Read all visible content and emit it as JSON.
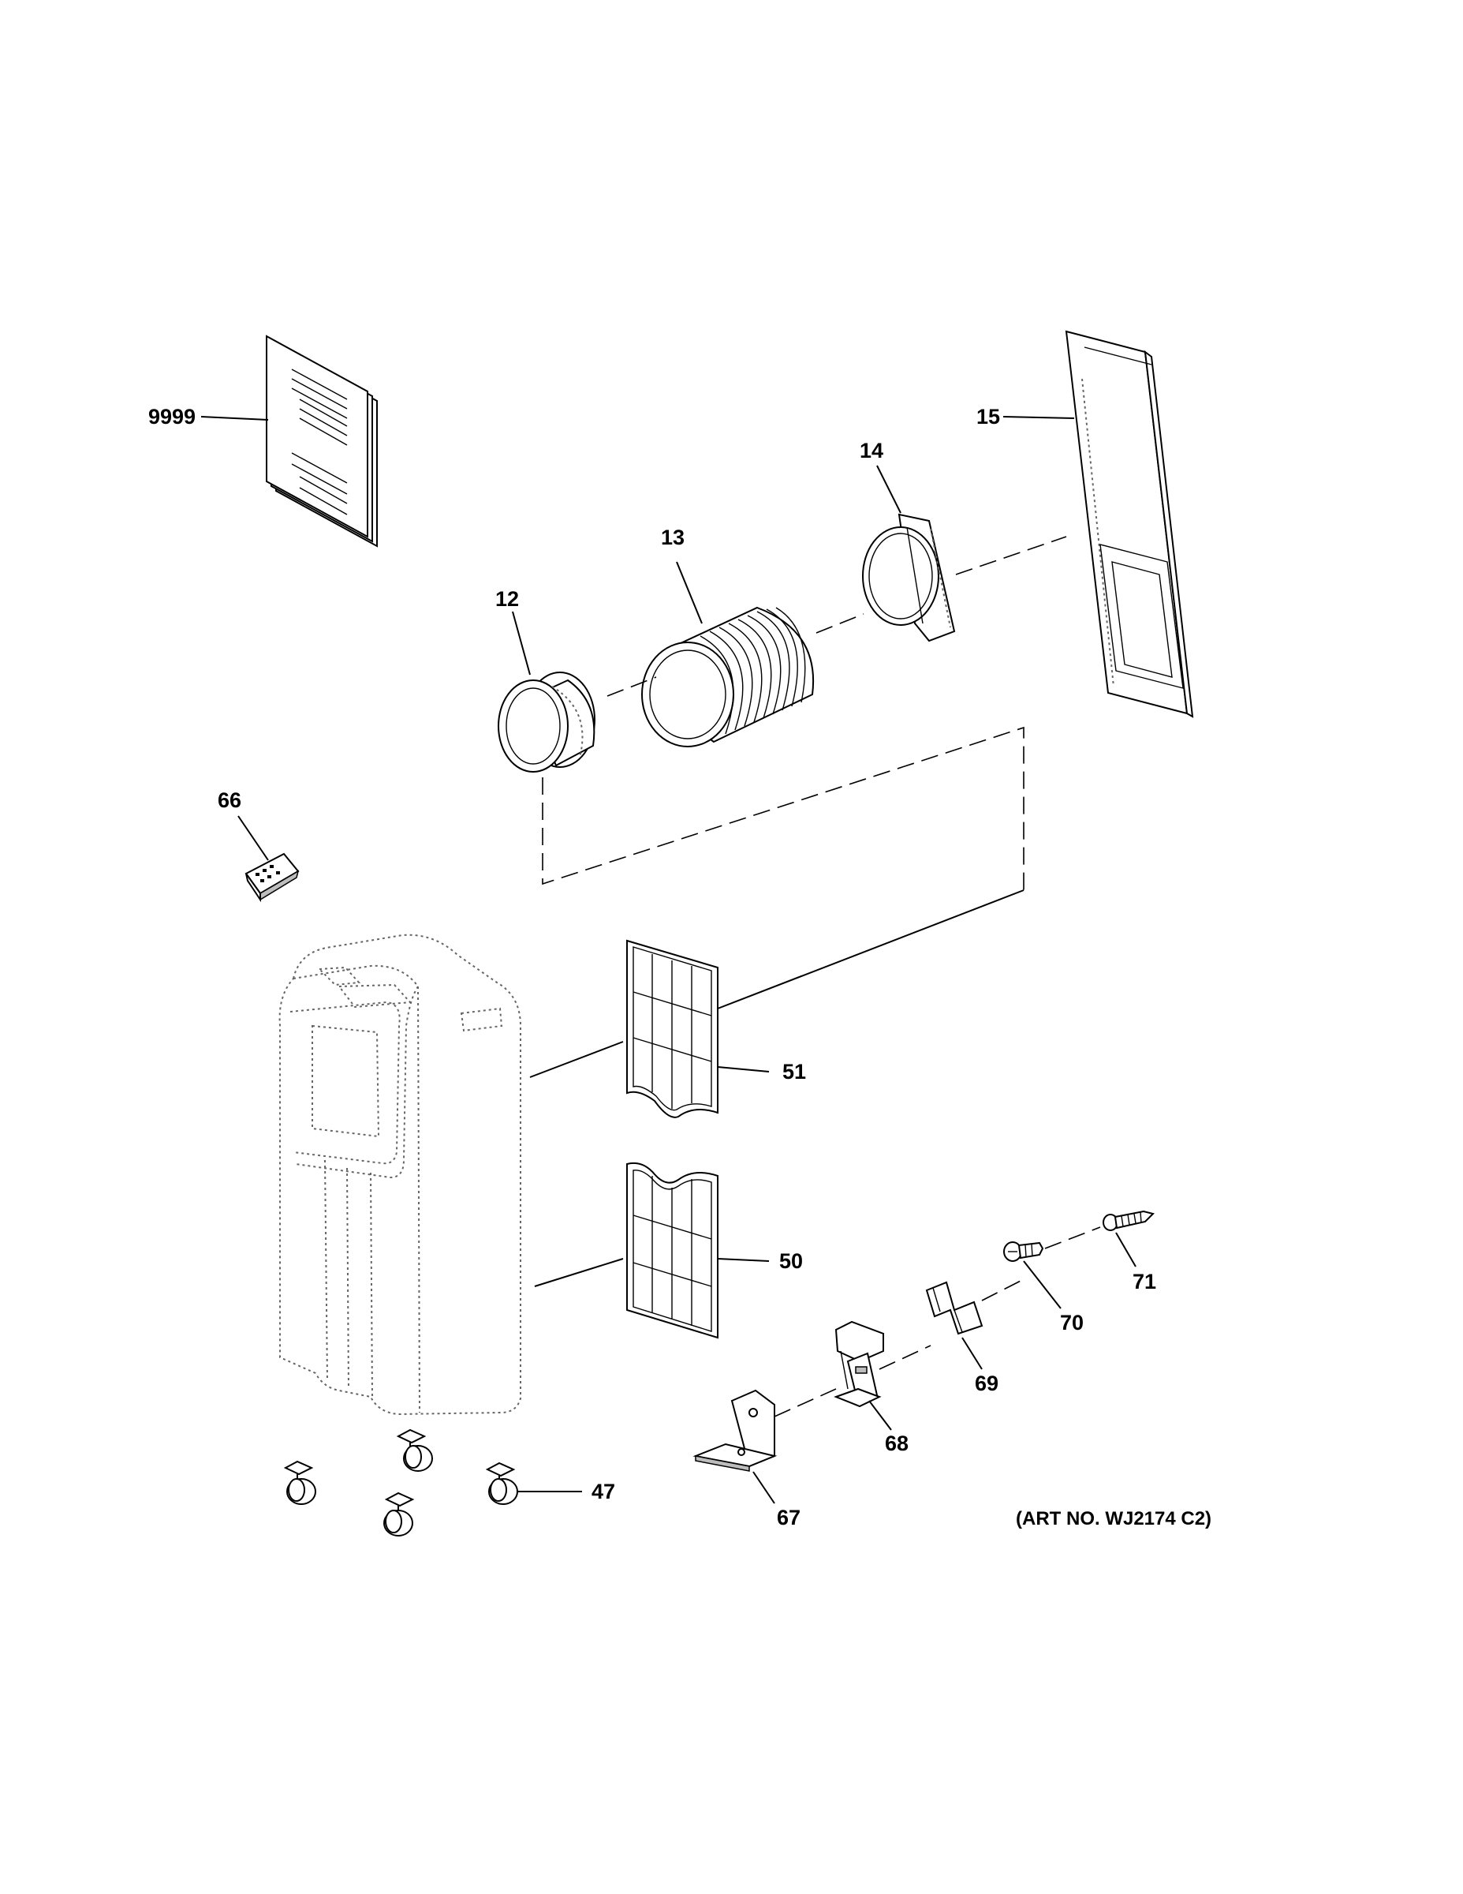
{
  "callouts": {
    "p9999": "9999",
    "p15": "15",
    "p14": "14",
    "p13": "13",
    "p12": "12",
    "p66": "66",
    "p51": "51",
    "p50": "50",
    "p71": "71",
    "p70": "70",
    "p69": "69",
    "p68": "68",
    "p67": "67",
    "p47": "47"
  },
  "art_number": "(ART NO. WJ2174 C2)",
  "icons": [
    "manual",
    "window-panel",
    "window-adapter",
    "exhaust-hose",
    "hose-connector",
    "remote-control",
    "unit-cabinet",
    "air-filter-upper",
    "air-filter-lower",
    "screw",
    "clip",
    "bracket",
    "caster"
  ]
}
